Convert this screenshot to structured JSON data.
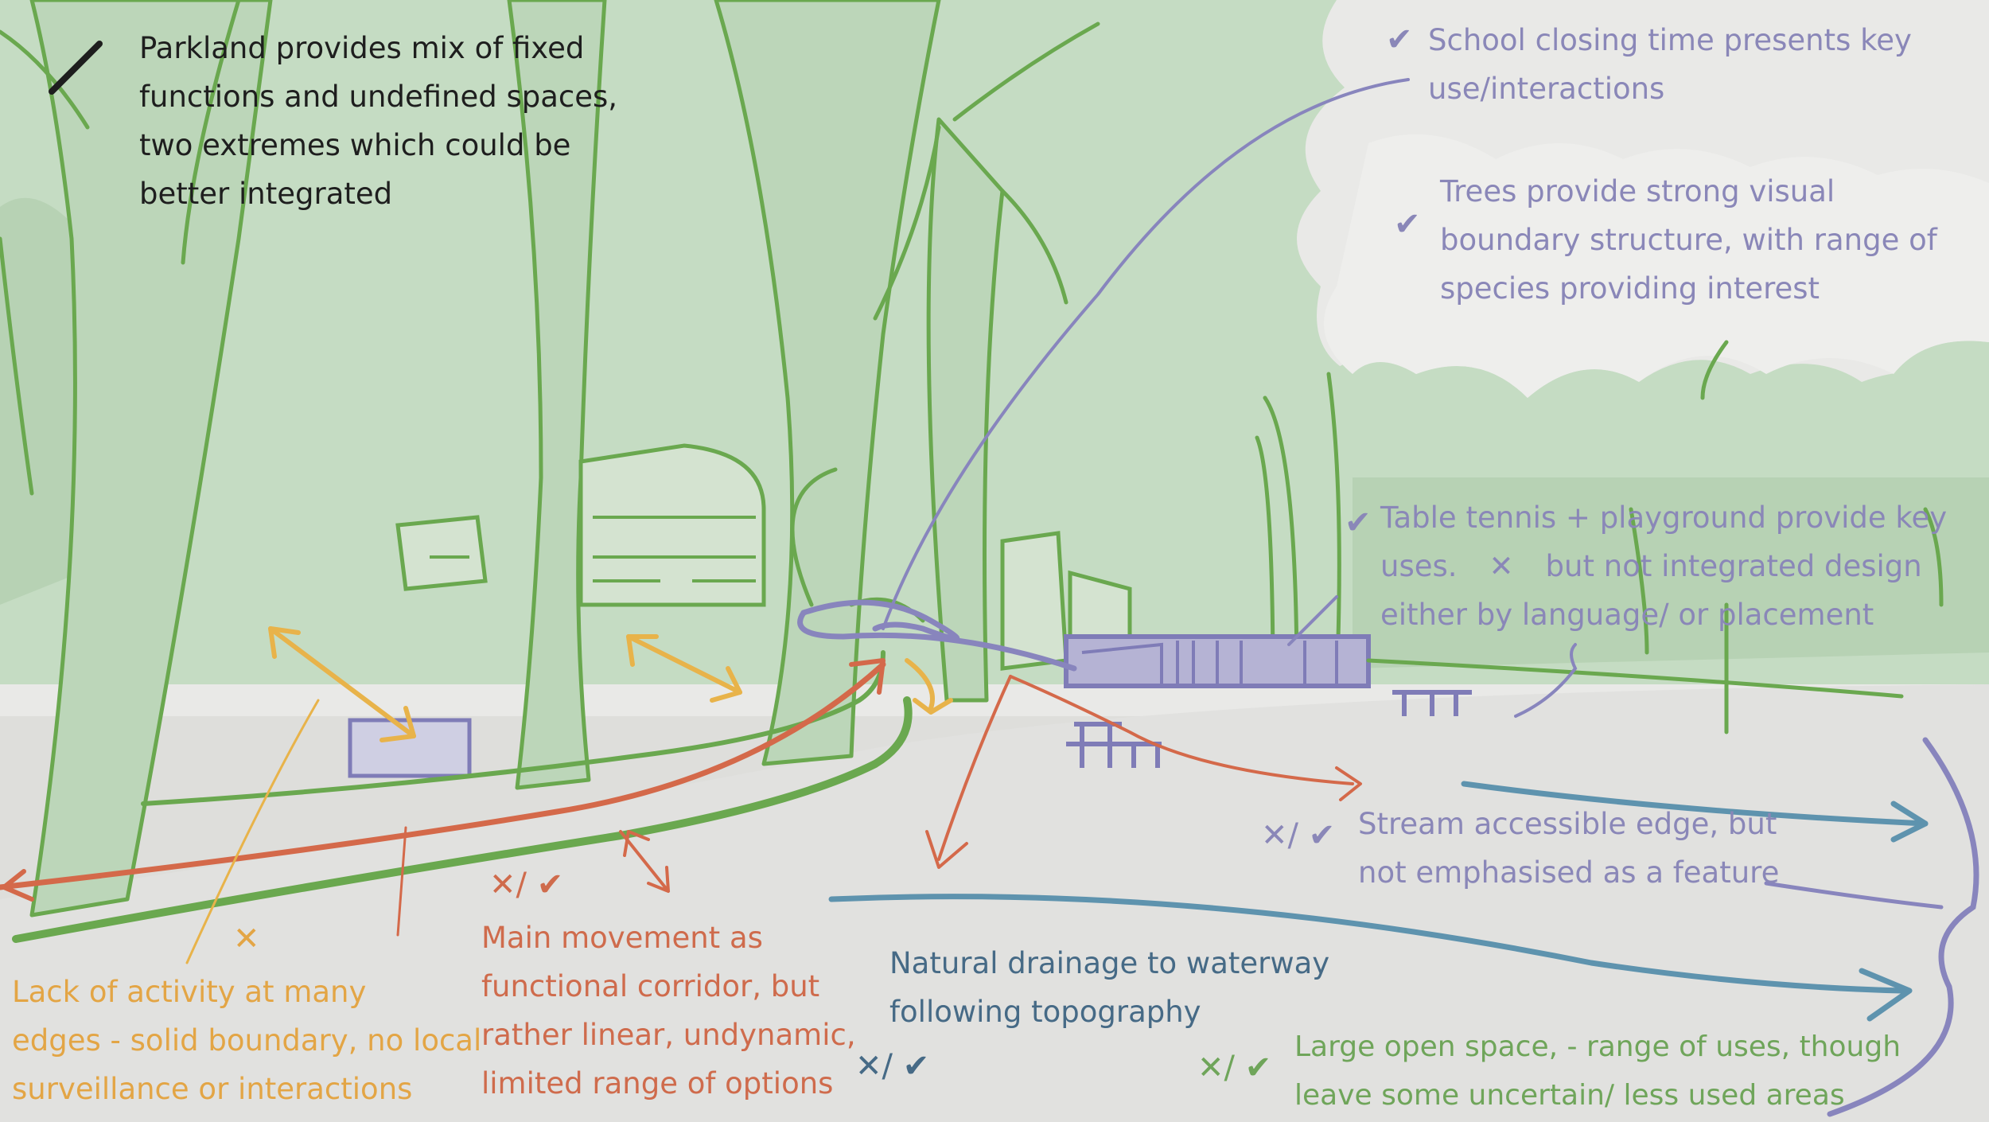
{
  "annotations": {
    "parkland": [
      "Parkland provides mix of fixed",
      "functions and undefined spaces,",
      "two extremes which could be",
      "better integrated"
    ],
    "school": [
      "School closing time presents key",
      "use/interactions"
    ],
    "trees": [
      "Trees provide strong visual",
      "boundary structure, with range of",
      "species providing interest"
    ],
    "table_tennis": [
      "Table tennis + playground provide key",
      "uses.",
      "but not integrated design",
      "either by language/ or placement"
    ],
    "stream": [
      "Stream accessible edge, but",
      "not emphasised as a feature"
    ],
    "drainage": [
      "Natural drainage to waterway",
      "following topography"
    ],
    "open_space": [
      "Large open space, - range of uses, though",
      "leave some uncertain/ less used areas"
    ],
    "activity": [
      "Lack of activity at many",
      "edges - solid boundary, no local",
      "surveillance or interactions"
    ],
    "movement": [
      "Main movement as",
      "functional corridor, but",
      "rather linear, undynamic,",
      "limited range of options"
    ]
  },
  "marks": {
    "tick": "✔",
    "cross": "✕",
    "mixed": "✕/ ✔"
  },
  "colors": {
    "background": "#e9e9e7",
    "vegetation": "#c5dcc3",
    "green_line": "#6aa84f",
    "purple": "#8a87b8",
    "orange": "#e8b34a",
    "red": "#d4694a",
    "blue": "#5e93ae",
    "black": "#1e1e1e"
  }
}
